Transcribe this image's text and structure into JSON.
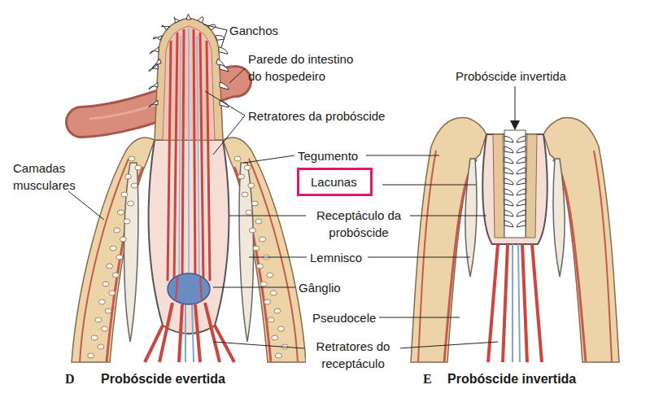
{
  "diagram": {
    "nodes": [
      {
        "text": [
          "Lacunas"
        ]
      }
    ],
    "labels": [
      "Ganchos",
      "Parede do intestino do hospedeiro",
      "Retratores da probóscide",
      "Camadas musculares",
      "Tegumento",
      "Receptáculo da probóscide",
      "Lemnisco",
      "Gânglio",
      "Pseudocele",
      "Retratores do receptáculo",
      "Probóscide invertida",
      "D",
      "Probóscide evertida",
      "E",
      "Probóscide invertida"
    ]
  }
}
